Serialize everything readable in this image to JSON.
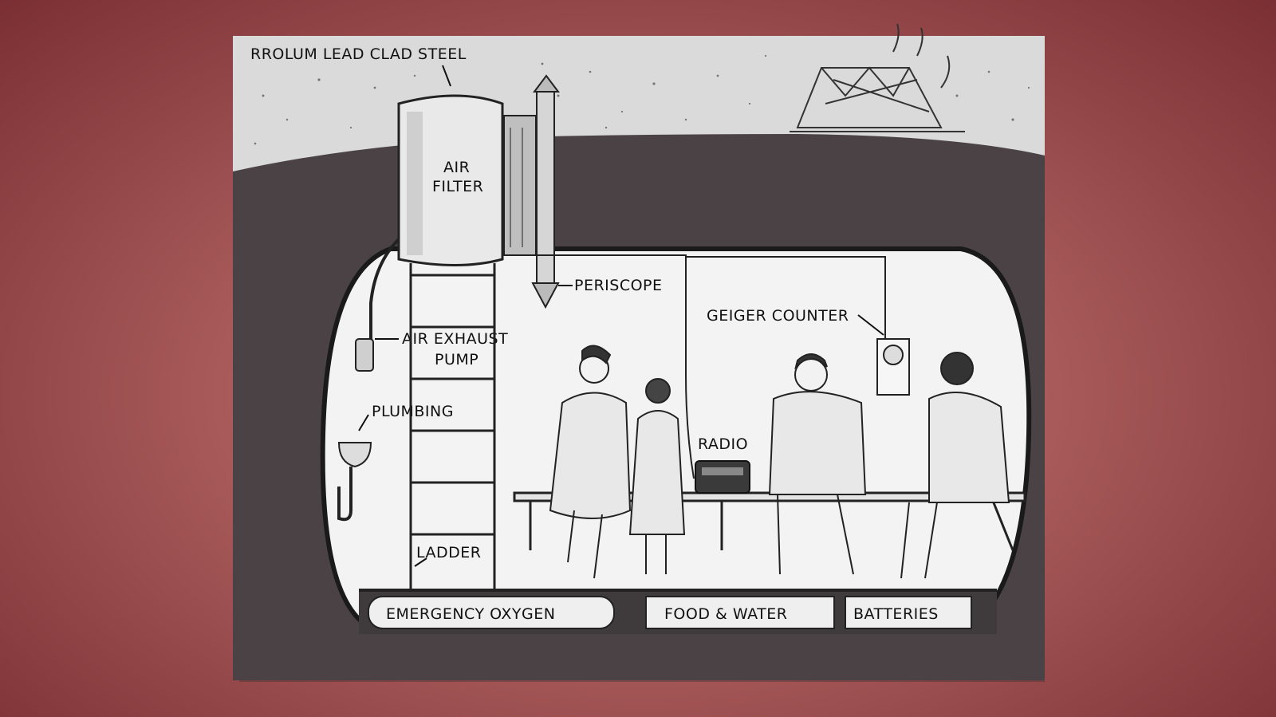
{
  "labels": {
    "material": "RROLUM LEAD CLAD STEEL",
    "air_filter_1": "AIR",
    "air_filter_2": "FILTER",
    "periscope": "PERISCOPE",
    "air_exhaust_1": "AIR EXHAUST",
    "air_exhaust_2": "PUMP",
    "plumbing": "PLUMBING",
    "geiger_counter": "GEIGER COUNTER",
    "radio": "RADIO",
    "ladder": "LADDER",
    "emergency_oxygen": "EMERGENCY OXYGEN",
    "food_water": "FOOD & WATER",
    "batteries": "BATTERIES"
  },
  "colors": {
    "background": "#a95b5b",
    "earth": "#4a4245",
    "surface": "#dcdcdc",
    "interior": "#f4f4f4",
    "ink": "#111111"
  },
  "icons": {
    "radio": "radio-icon",
    "geiger": "geiger-counter-icon",
    "wreckage": "burning-house-icon"
  }
}
